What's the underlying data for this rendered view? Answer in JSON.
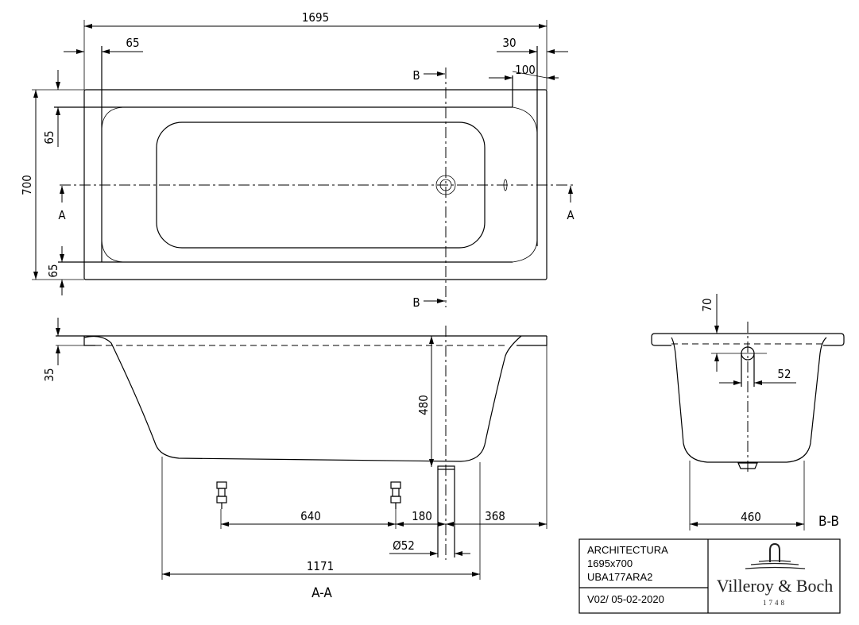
{
  "dimensions": {
    "length": "1695",
    "rim_left": "65",
    "rim_right": "30",
    "end_rim": "100",
    "width": "700",
    "rim_top": "65",
    "rim_bottom": "65",
    "rim_height": "35",
    "depth": "480",
    "feet_spacing": "640",
    "drain_offset": "180",
    "drain_to_end": "368",
    "drain_diameter": "Ø52",
    "base_length": "1171",
    "bb_rim": "70",
    "bb_drain": "52",
    "bb_base": "460"
  },
  "section_labels": {
    "b_top": "B",
    "b_bottom": "B",
    "a_left": "A",
    "a_right": "A",
    "aa": "A-A",
    "bb": "B-B"
  },
  "title_block": {
    "model": "ARCHITECTURA",
    "size": "1695x700",
    "code": "UBA177ARA2",
    "version": "V02/ 05-02-2020",
    "brand": "Villeroy & Boch",
    "brand_year": "1748"
  }
}
